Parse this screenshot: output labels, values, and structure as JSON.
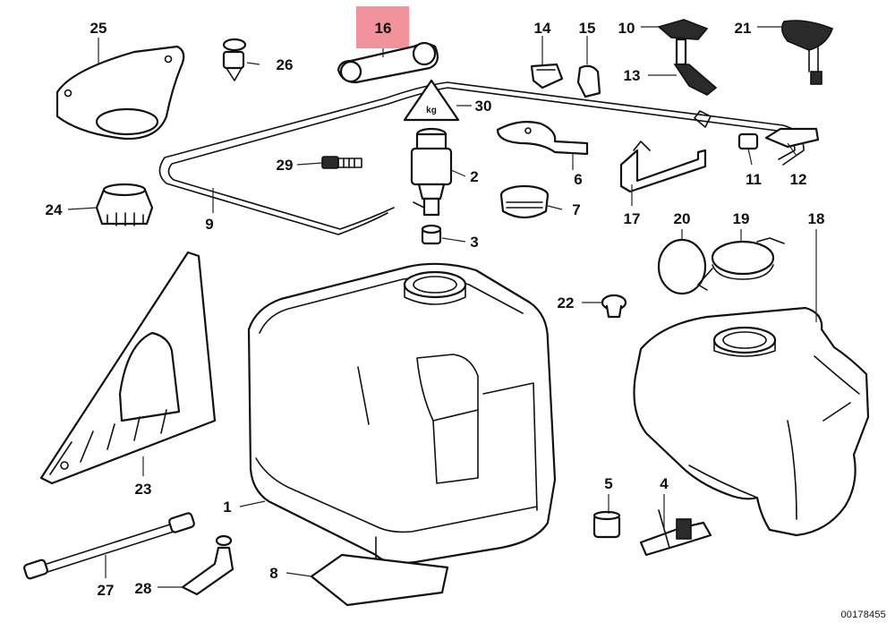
{
  "callouts": {
    "c1": "1",
    "c2": "2",
    "c3": "3",
    "c4": "4",
    "c5": "5",
    "c6": "6",
    "c7": "7",
    "c8": "8",
    "c9": "9",
    "c10": "10",
    "c11": "11",
    "c12": "12",
    "c13": "13",
    "c14": "14",
    "c15": "15",
    "c16": "16",
    "c17": "17",
    "c18": "18",
    "c19": "19",
    "c20": "20",
    "c21": "21",
    "c22": "22",
    "c23": "23",
    "c24": "24",
    "c25": "25",
    "c26": "26",
    "c27": "27",
    "c28": "28",
    "c29": "29",
    "c30": "30"
  },
  "highlighted_callout": "16",
  "highlight_color": "#f2939c",
  "reference_number": "00178455"
}
